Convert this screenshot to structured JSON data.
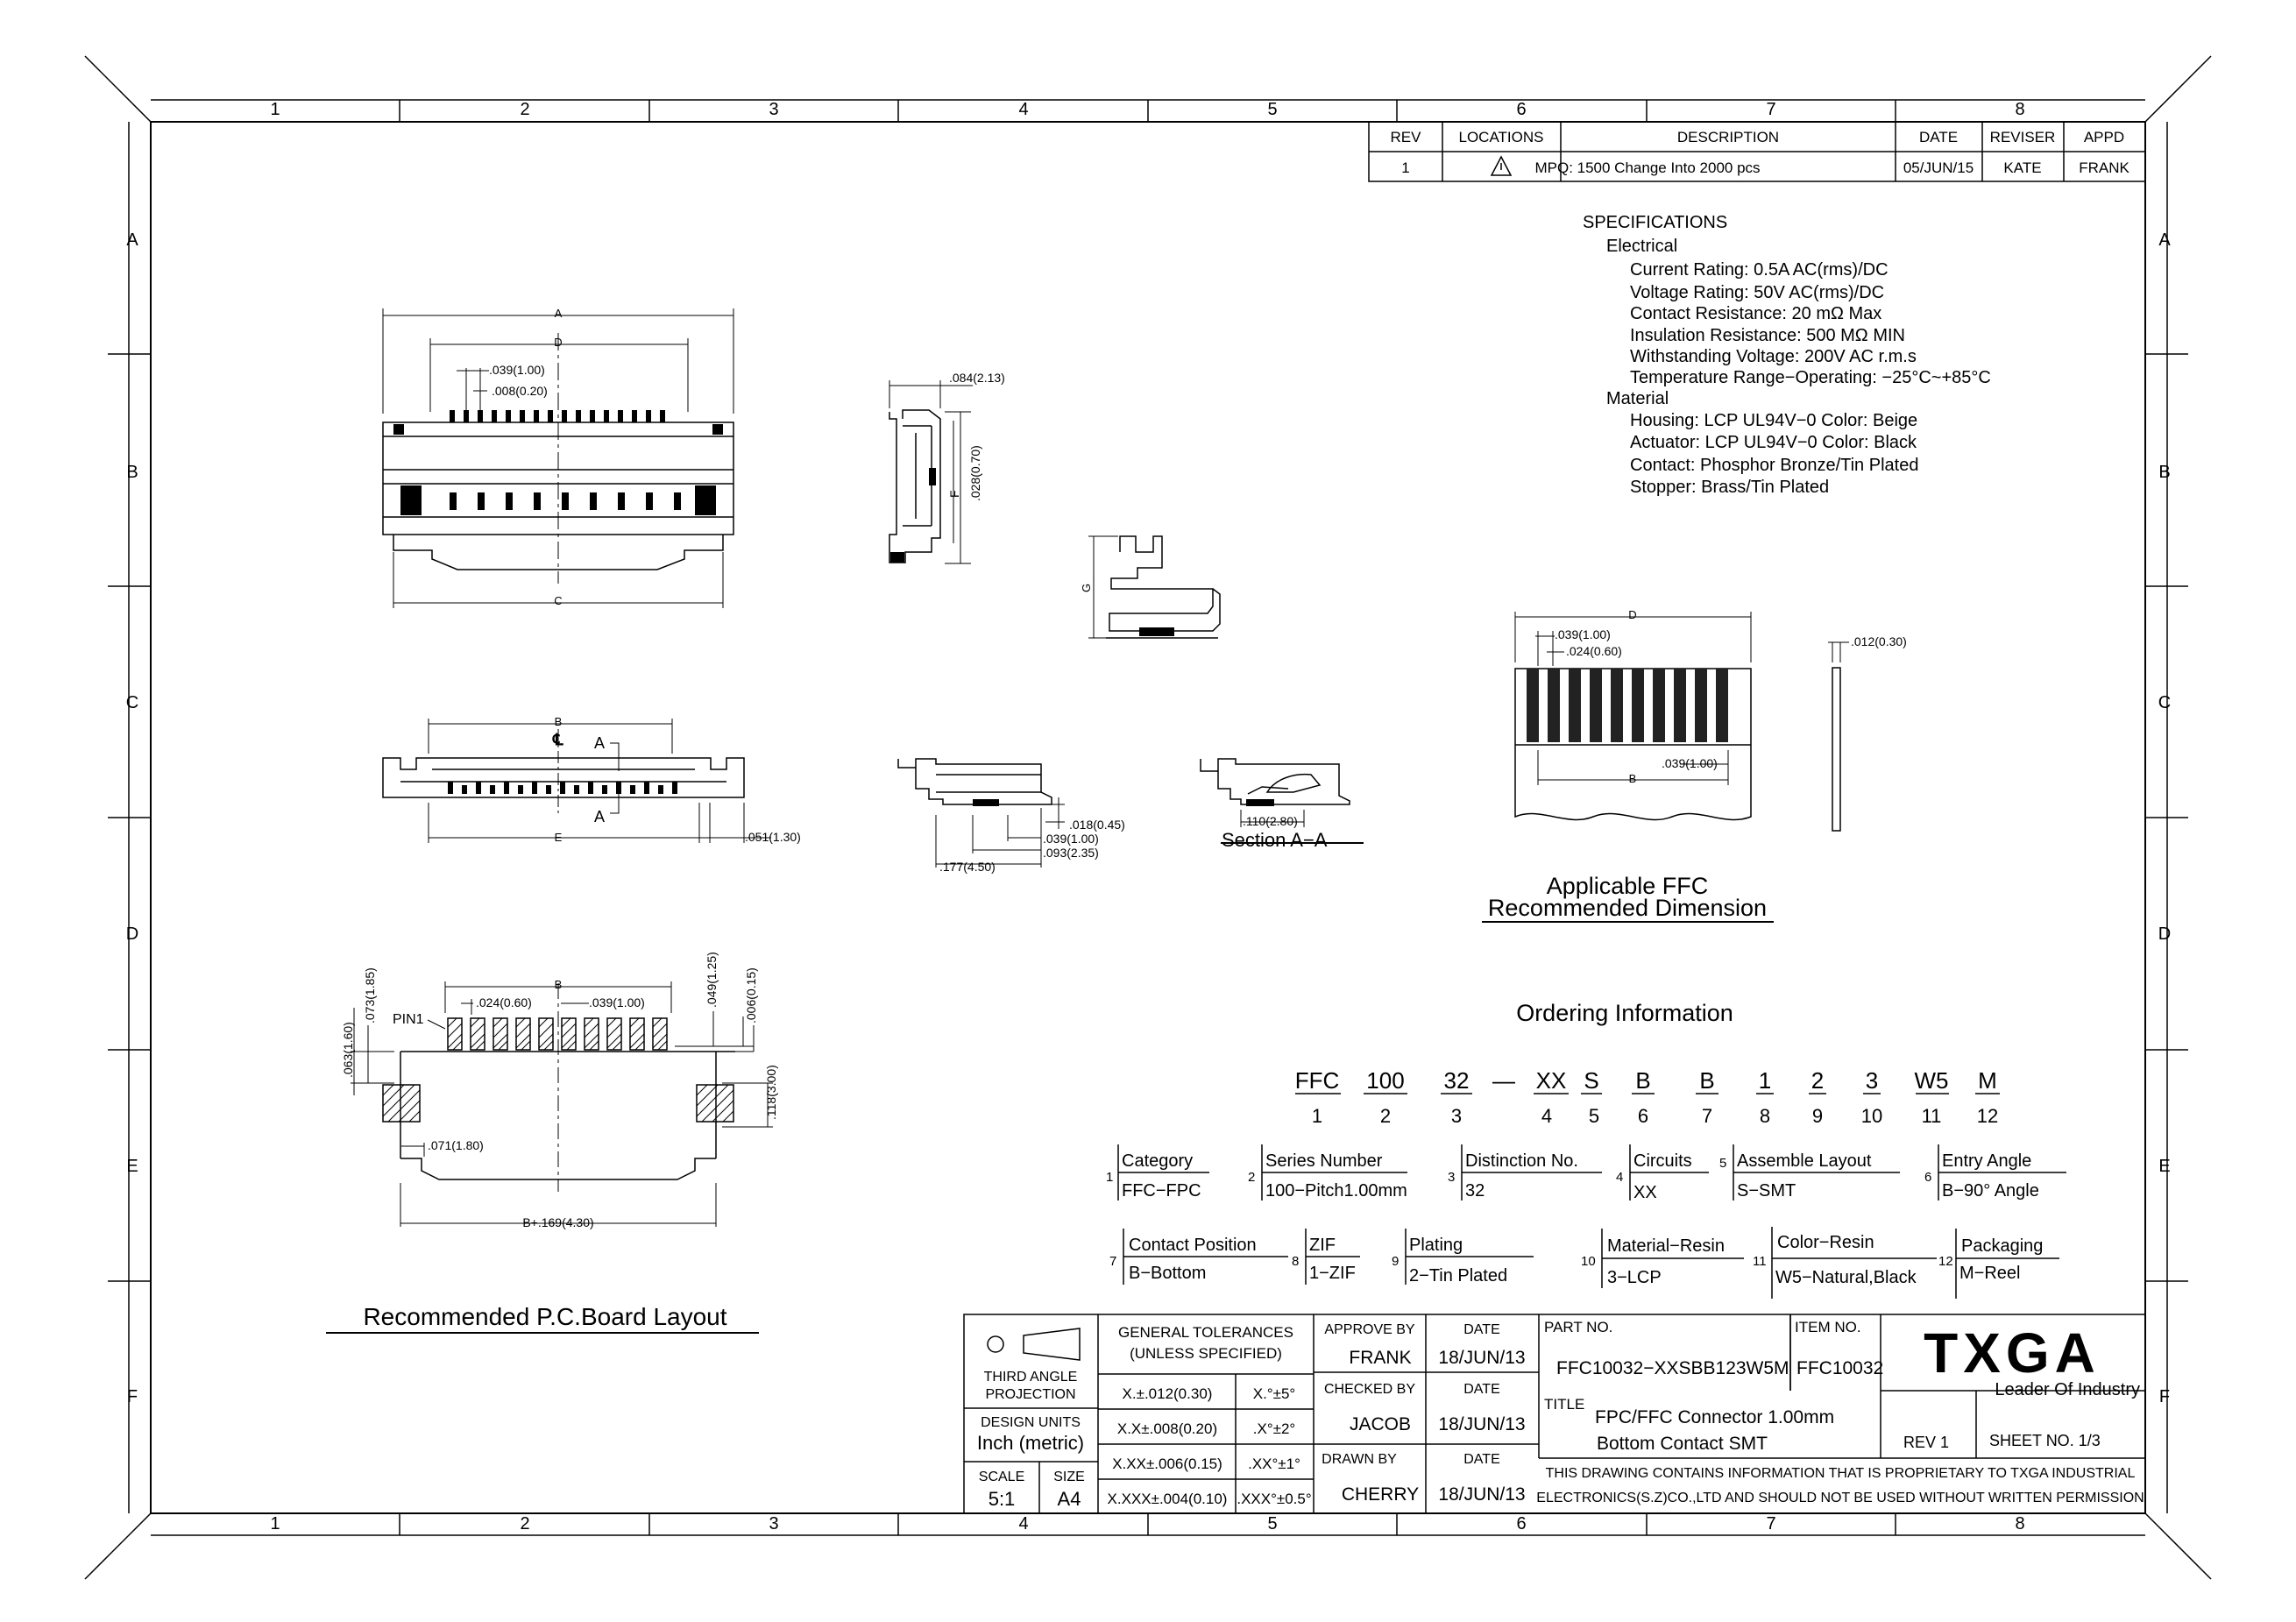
{
  "zones": {
    "cols": [
      "1",
      "2",
      "3",
      "4",
      "5",
      "6",
      "7",
      "8"
    ],
    "rows": [
      "A",
      "B",
      "C",
      "D",
      "E",
      "F"
    ]
  },
  "revision": {
    "headers": [
      "REV",
      "LOCATIONS",
      "DESCRIPTION",
      "DATE",
      "REVISER",
      "APPD"
    ],
    "row": {
      "rev": "1",
      "description": "MPQ: 1500 Change Into 2000 pcs",
      "date": "05/JUN/15",
      "reviser": "KATE",
      "appd": "FRANK"
    }
  },
  "specifications": {
    "title": "SPECIFICATIONS",
    "electrical_title": "Electrical",
    "electrical": [
      "Current Rating: 0.5A AC(rms)/DC",
      "Voltage Rating: 50V AC(rms)/DC",
      "Contact Resistance: 20 mΩ Max",
      "Insulation Resistance: 500 MΩ MIN",
      "Withstanding Voltage: 200V AC r.m.s",
      "Temperature Range−Operating: −25°C~+85°C"
    ],
    "material_title": "Material",
    "material": [
      "Housing: LCP UL94V−0 Color: Beige",
      "Actuator: LCP UL94V−0 Color: Black",
      "Contact: Phosphor Bronze/Tin Plated",
      "Stopper: Brass/Tin Plated"
    ]
  },
  "dims": {
    "a": "A",
    "b": "B",
    "c": "C",
    "d": "D",
    "e": "E",
    "f": "F",
    "g": "G",
    "top_039": ".039(1.00)",
    "top_008": ".008(0.20)",
    "side_084": ".084(2.13)",
    "side_028": ".028(0.70)",
    "cl": "℄",
    "sec_a": "A",
    "front_051": ".051(1.30)",
    "s2_018": ".018(0.45)",
    "s2_039": ".039(1.00)",
    "s2_093": ".093(2.35)",
    "s2_177": ".177(4.50)",
    "sec_110": ".110(2.80)",
    "ffc_039": ".039(1.00)",
    "ffc_024": ".024(0.60)",
    "ffc_039b": ".039(1.00)",
    "ffc_012": ".012(0.30)",
    "pcb_024": ".024(0.60)",
    "pcb_039": ".039(1.00)",
    "pcb_049": ".049(1.25)",
    "pcb_006": ".006(0.15)",
    "pcb_073": ".073(1.85)",
    "pcb_063": ".063(1.60)",
    "pcb_118": ".118(3.00)",
    "pcb_071": ".071(1.80)",
    "pcb_bplus": "B+.169(4.30)",
    "pin1": "PIN1"
  },
  "labels": {
    "section_aa": "Section A−A",
    "ffc_title_1": "Applicable FFC",
    "ffc_title_2": "Recommended Dimension",
    "pcb_title": "Recommended P.C.Board Layout",
    "ordering_title": "Ordering Information"
  },
  "ordering": {
    "codes": [
      "FFC",
      "100",
      "32",
      "—",
      "XX",
      "S",
      "B",
      "B",
      "1",
      "2",
      "3",
      "W5",
      "M"
    ],
    "numbers": [
      "1",
      "2",
      "3",
      "4",
      "5",
      "6",
      "7",
      "8",
      "9",
      "10",
      "11",
      "12"
    ],
    "row1": [
      {
        "n": "1",
        "title": "Category",
        "value": "FFC−FPC"
      },
      {
        "n": "2",
        "title": "Series Number",
        "value": "100−Pitch1.00mm"
      },
      {
        "n": "3",
        "title": "Distinction No.",
        "value": "32"
      },
      {
        "n": "4",
        "title": "Circuits",
        "value": "XX"
      },
      {
        "n": "5",
        "title": "Assemble Layout",
        "value": "S−SMT"
      },
      {
        "n": "6",
        "title": "Entry Angle",
        "value": "B−90° Angle"
      }
    ],
    "row2": [
      {
        "n": "7",
        "title": "Contact Position",
        "value": "B−Bottom"
      },
      {
        "n": "8",
        "title": "ZIF",
        "value": "1−ZIF"
      },
      {
        "n": "9",
        "title": "Plating",
        "value": "2−Tin Plated"
      },
      {
        "n": "10",
        "title": "Material−Resin",
        "value": "3−LCP"
      },
      {
        "n": "11",
        "title": "Color−Resin",
        "value": "W5−Natural,Black"
      },
      {
        "n": "12",
        "title": "Packaging",
        "value": "M−Reel"
      }
    ]
  },
  "title_block": {
    "projection_1": "THIRD ANGLE",
    "projection_2": "PROJECTION",
    "design_units_label": "DESIGN UNITS",
    "design_units": "Inch (metric)",
    "scale_label": "SCALE",
    "scale": "5:1",
    "size_label": "SIZE",
    "size": "A4",
    "tol_title_1": "GENERAL TOLERANCES",
    "tol_title_2": "(UNLESS SPECIFIED)",
    "tolerances": [
      [
        "X.±.012(0.30)",
        "X.°±5°"
      ],
      [
        "X.X±.008(0.20)",
        ".X°±2°"
      ],
      [
        "X.XX±.006(0.15)",
        ".XX°±1°"
      ],
      [
        "X.XXX±.004(0.10)",
        ".XXX°±0.5°"
      ]
    ],
    "approve_by_label": "APPROVE BY",
    "approve_by": "FRANK",
    "checked_by_label": "CHECKED BY",
    "checked_by": "JACOB",
    "drawn_by_label": "DRAWN BY",
    "drawn_by": "CHERRY",
    "date_label": "DATE",
    "date": "18/JUN/13",
    "part_no_label": "PART NO.",
    "part_no": "FFC10032−XXSBB123W5M",
    "item_no_label": "ITEM NO.",
    "item_no": "FFC10032",
    "title_label": "TITLE",
    "title_1": "FPC/FFC Connector 1.00mm",
    "title_2": "Bottom Contact SMT",
    "rev": "REV 1",
    "sheet": "SHEET NO. 1/3",
    "logo": "TXGA",
    "tagline": "Leader Of Industry",
    "notice_1": "THIS DRAWING CONTAINS INFORMATION THAT IS PROPRIETARY TO TXGA INDUSTRIAL",
    "notice_2": "ELECTRONICS(S.Z)CO.,LTD AND SHOULD NOT BE USED WITHOUT WRITTEN PERMISSION"
  }
}
